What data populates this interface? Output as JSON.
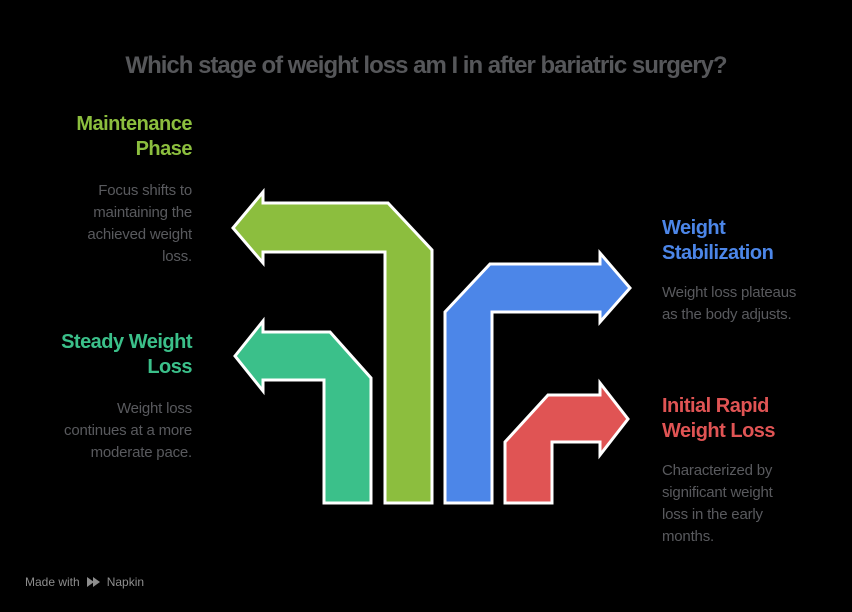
{
  "title": {
    "text": "Which stage of weight loss am I in after bariatric surgery?"
  },
  "colors": {
    "background": "#000000",
    "title_text": "#56575A",
    "body_text": "#595A5E",
    "footer_text": "#8D8D8D",
    "arrow_outline": "#FFFFFF"
  },
  "stages": [
    {
      "label": "Maintenance\nPhase",
      "description": "Focus shifts to\nmaintaining the\nachieved weight\nloss.",
      "color": "#8CBE3E"
    },
    {
      "label": "Weight\nStabilization",
      "description": "Weight loss plateaus\nas the body adjusts.",
      "color": "#4C86E8"
    },
    {
      "label": "Steady Weight\nLoss",
      "description": "Weight loss\ncontinues at a more\nmoderate pace.",
      "color": "#3BC08A"
    },
    {
      "label": "Initial Rapid\nWeight Loss",
      "description": "Characterized by\nsignificant weight\nloss in the early\nmonths.",
      "color": "#E05454"
    }
  ],
  "footer": {
    "made_with": "Made with",
    "brand": "Napkin"
  }
}
